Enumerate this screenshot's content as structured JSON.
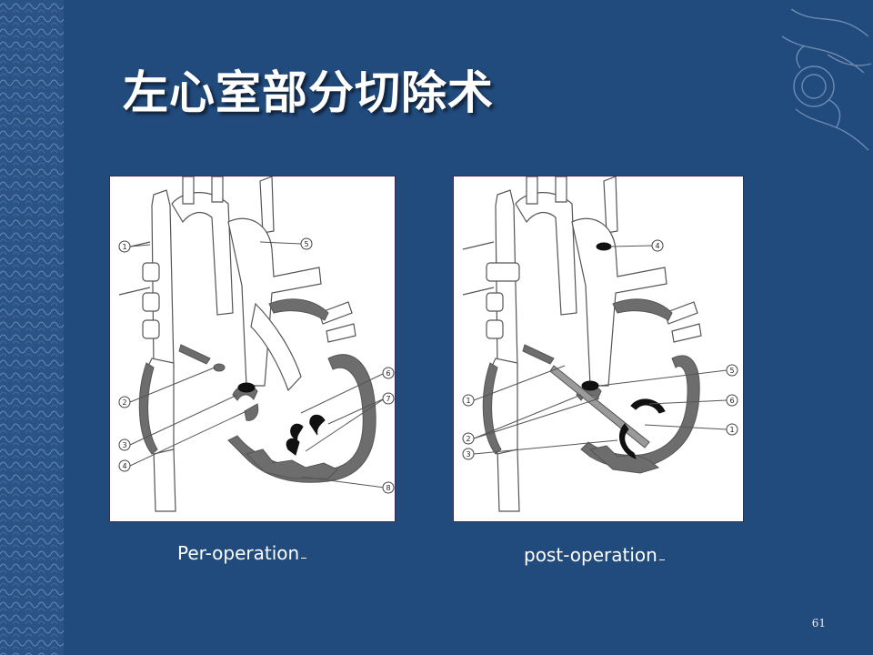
{
  "slide": {
    "title": "左心室部分切除术",
    "page_number": "61",
    "colors": {
      "background": "#214a7d",
      "tissue": "#6d6d6d",
      "lumen": "#ffffff",
      "outline": "#555555"
    }
  },
  "panels": [
    {
      "caption": "Per-operation",
      "labels": [
        "1",
        "5",
        "2",
        "3",
        "4",
        "6",
        "7",
        "8"
      ]
    },
    {
      "caption": "post-operation",
      "labels": [
        "4",
        "5",
        "6",
        "1",
        "1",
        "2",
        "3"
      ]
    }
  ]
}
